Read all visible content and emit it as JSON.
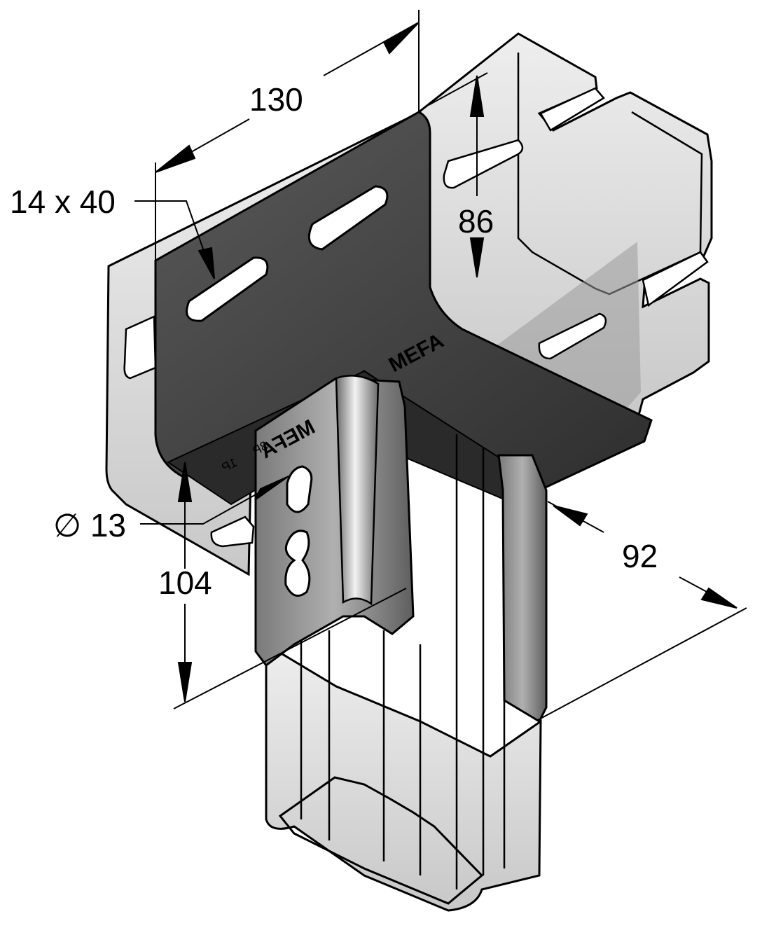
{
  "dimensions": {
    "width_top": "130",
    "slot_size": "14 x 40",
    "height_side": "86",
    "hole_diameter": "∅ 13",
    "height_front": "104",
    "depth": "92"
  },
  "markings": {
    "brand_back": "MEFA",
    "brand_plate": "MEFA",
    "plate_mark_1": "1P",
    "plate_mark_2": "3P"
  },
  "colors": {
    "background": "#ffffff",
    "line": "#000000",
    "steel_dark": "#3c3c3c",
    "steel_mid": "#8a8a8a",
    "steel_light": "#d4d4d4",
    "steel_glass": "#e6e6e6"
  }
}
